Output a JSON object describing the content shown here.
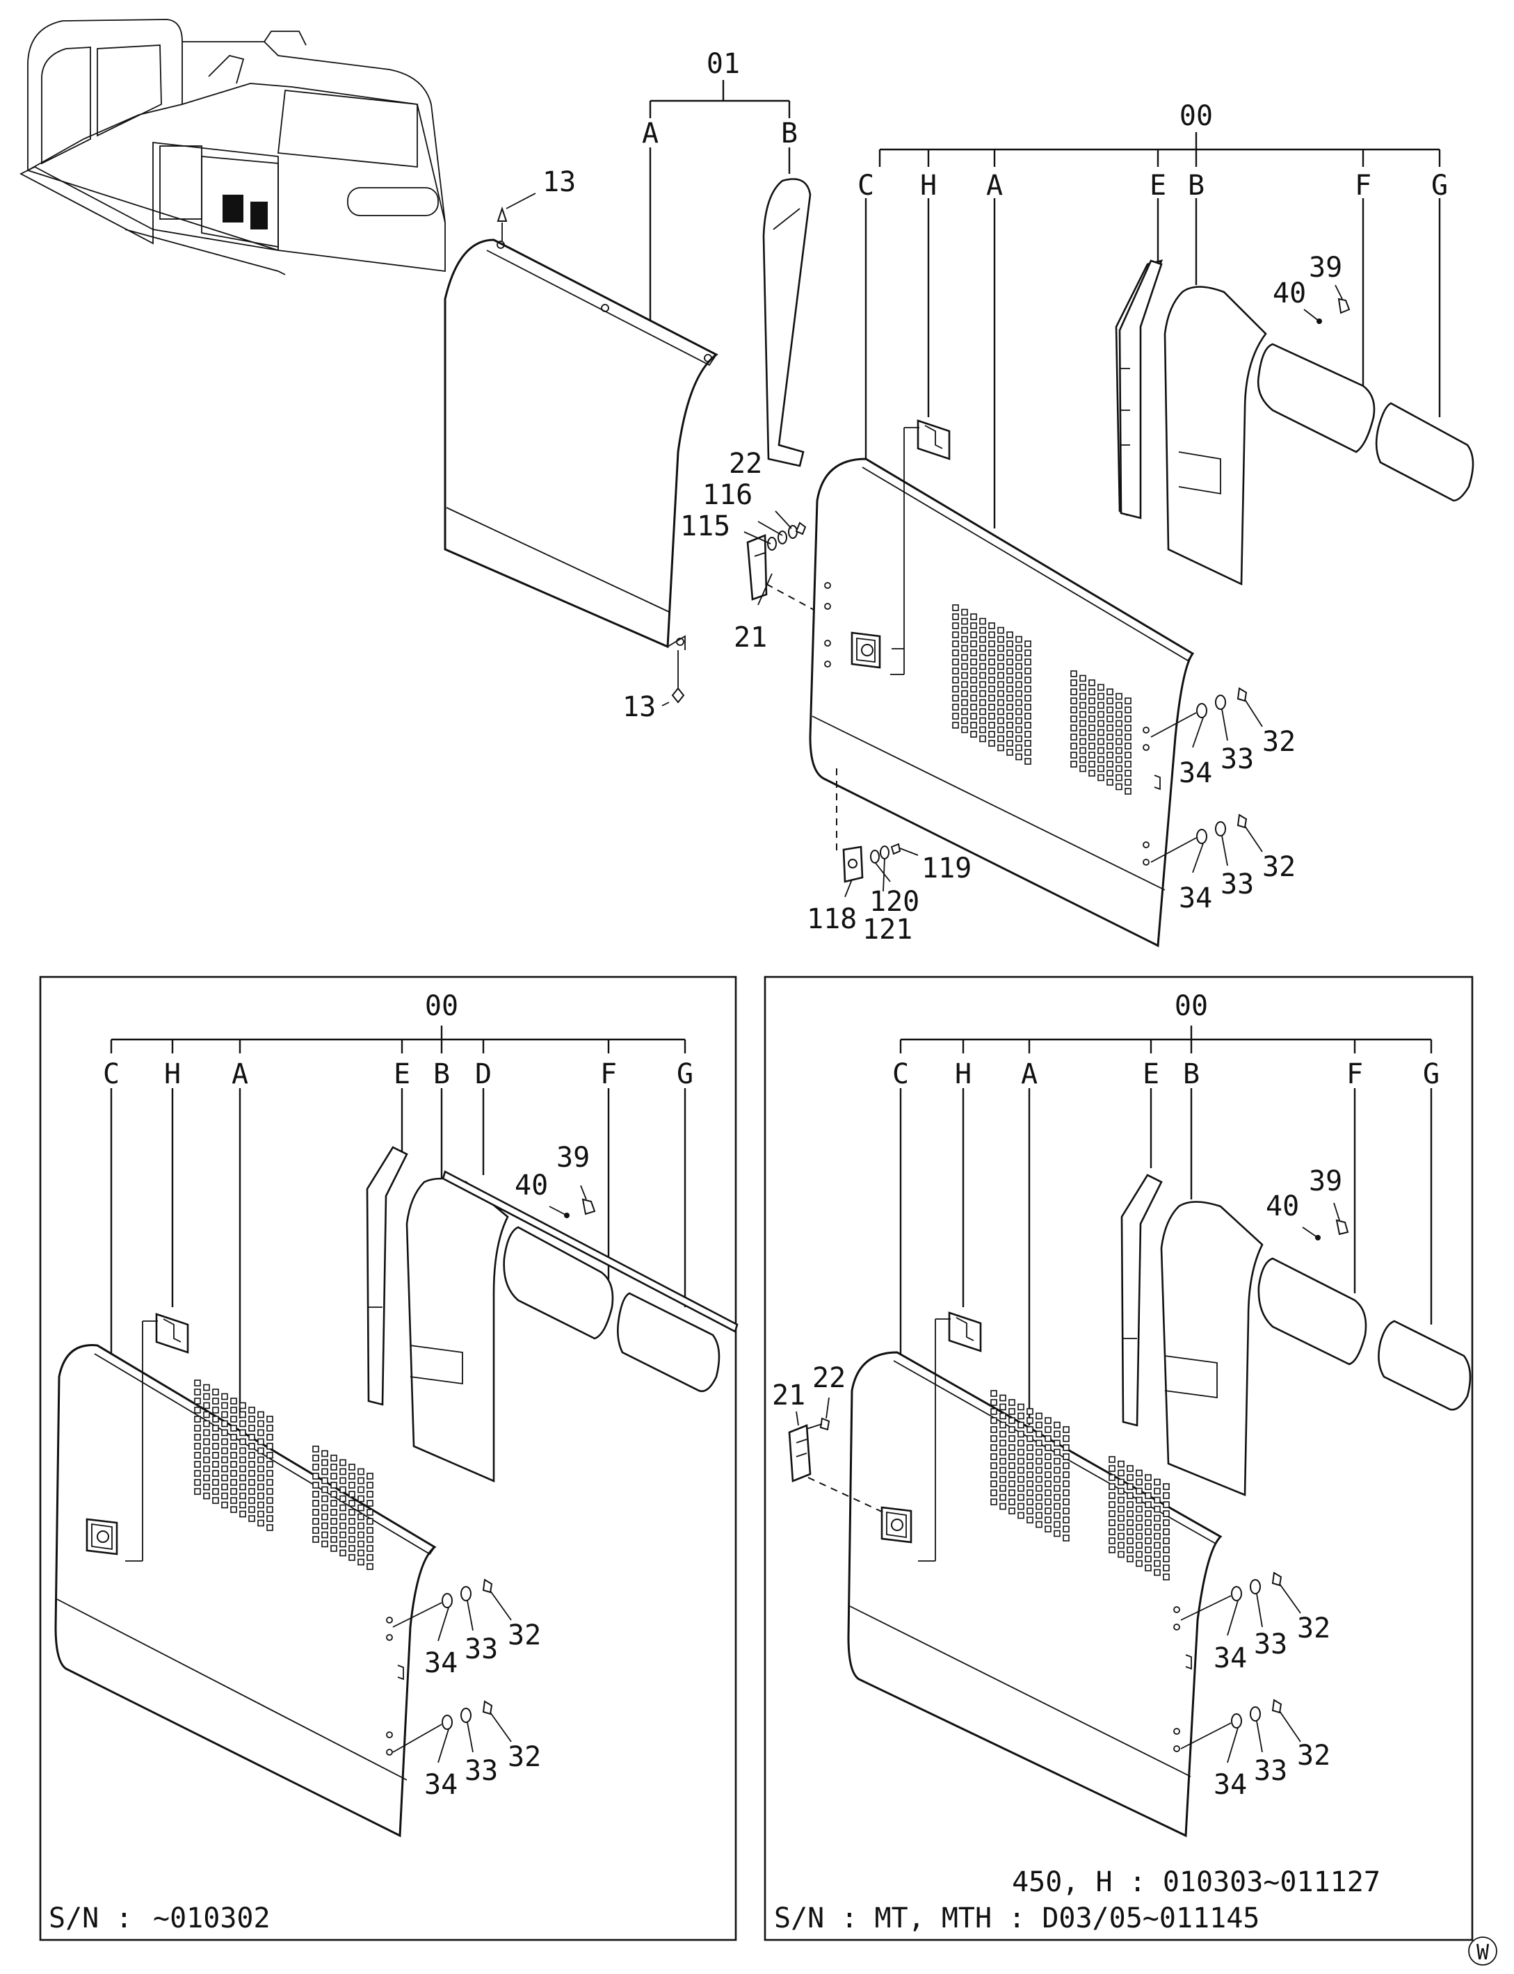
{
  "main": {
    "group_01": "01",
    "group_00": "00",
    "A1": "A",
    "B1": "B",
    "C": "C",
    "H": "H",
    "A": "A",
    "E": "E",
    "B": "B",
    "F": "F",
    "G": "G",
    "n13a": "13",
    "n13b": "13",
    "n22": "22",
    "n116": "116",
    "n115": "115",
    "n21": "21",
    "n40": "40",
    "n39": "39",
    "n34a": "34",
    "n33a": "33",
    "n32a": "32",
    "n34b": "34",
    "n33b": "33",
    "n32b": "32",
    "n119": "119",
    "n120": "120",
    "n121": "121",
    "n118": "118"
  },
  "left_box": {
    "group_00": "00",
    "C": "C",
    "H": "H",
    "A": "A",
    "E": "E",
    "B": "B",
    "D": "D",
    "F": "F",
    "G": "G",
    "n39": "39",
    "n40": "40",
    "n34a": "34",
    "n33a": "33",
    "n32a": "32",
    "n34b": "34",
    "n33b": "33",
    "n32b": "32",
    "sn_label": "S/N :",
    "sn_value": "~010302"
  },
  "right_box": {
    "group_00": "00",
    "C": "C",
    "H": "H",
    "A": "A",
    "E": "E",
    "B": "B",
    "F": "F",
    "G": "G",
    "n21": "21",
    "n22": "22",
    "n39": "39",
    "n40": "40",
    "n34a": "34",
    "n33a": "33",
    "n32a": "32",
    "n34b": "34",
    "n33b": "33",
    "n32b": "32",
    "serial_line1": "450, H : 010303~011127",
    "sn_line": "S/N : MT, MTH : D03/05~011145"
  },
  "corner_mark": "W"
}
